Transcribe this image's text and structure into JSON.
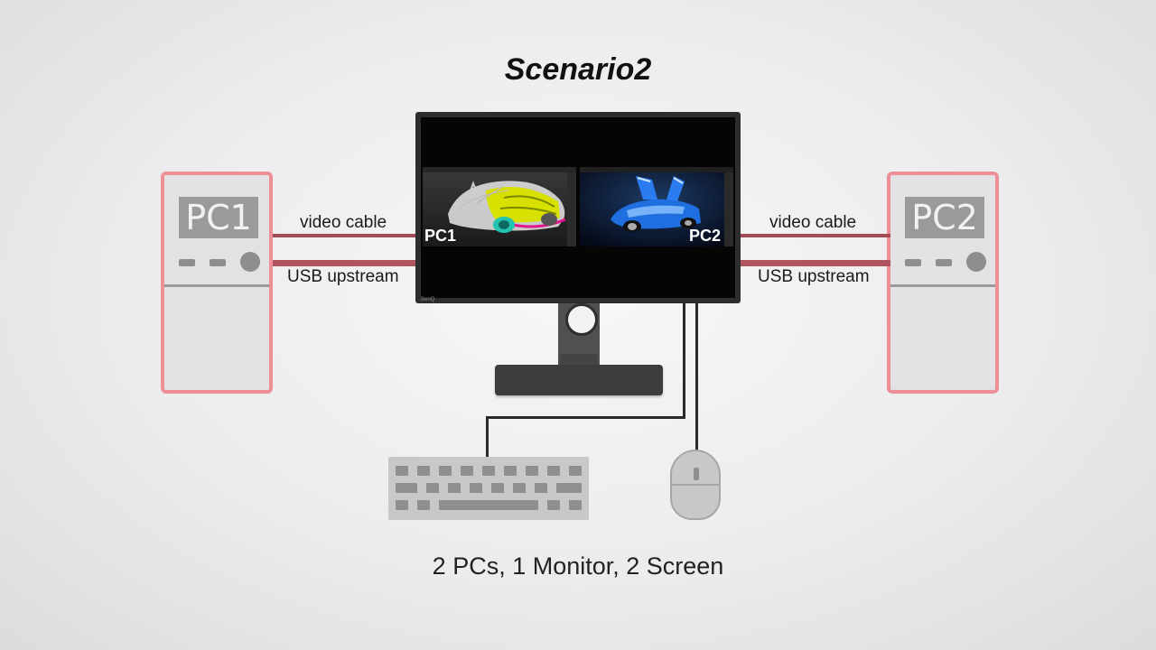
{
  "title": "Scenario2",
  "caption": "2 PCs, 1 Monitor, 2 Screen",
  "pc_left": {
    "label": "PC1",
    "video_label": "video cable",
    "usb_label": "USB upstream"
  },
  "pc_right": {
    "label": "PC2",
    "video_label": "video cable",
    "usb_label": "USB upstream"
  },
  "monitor": {
    "pane_left_label": "PC1",
    "pane_right_label": "PC2",
    "brand": "BenQ"
  },
  "colors": {
    "pc_border": "#ee8e96",
    "cable": "#a64a55",
    "monitor": "#2d2d2d",
    "peripheral": "#c8c8c8"
  },
  "icons": [
    "pc-tower-icon",
    "monitor-icon",
    "keyboard-icon",
    "mouse-icon"
  ]
}
